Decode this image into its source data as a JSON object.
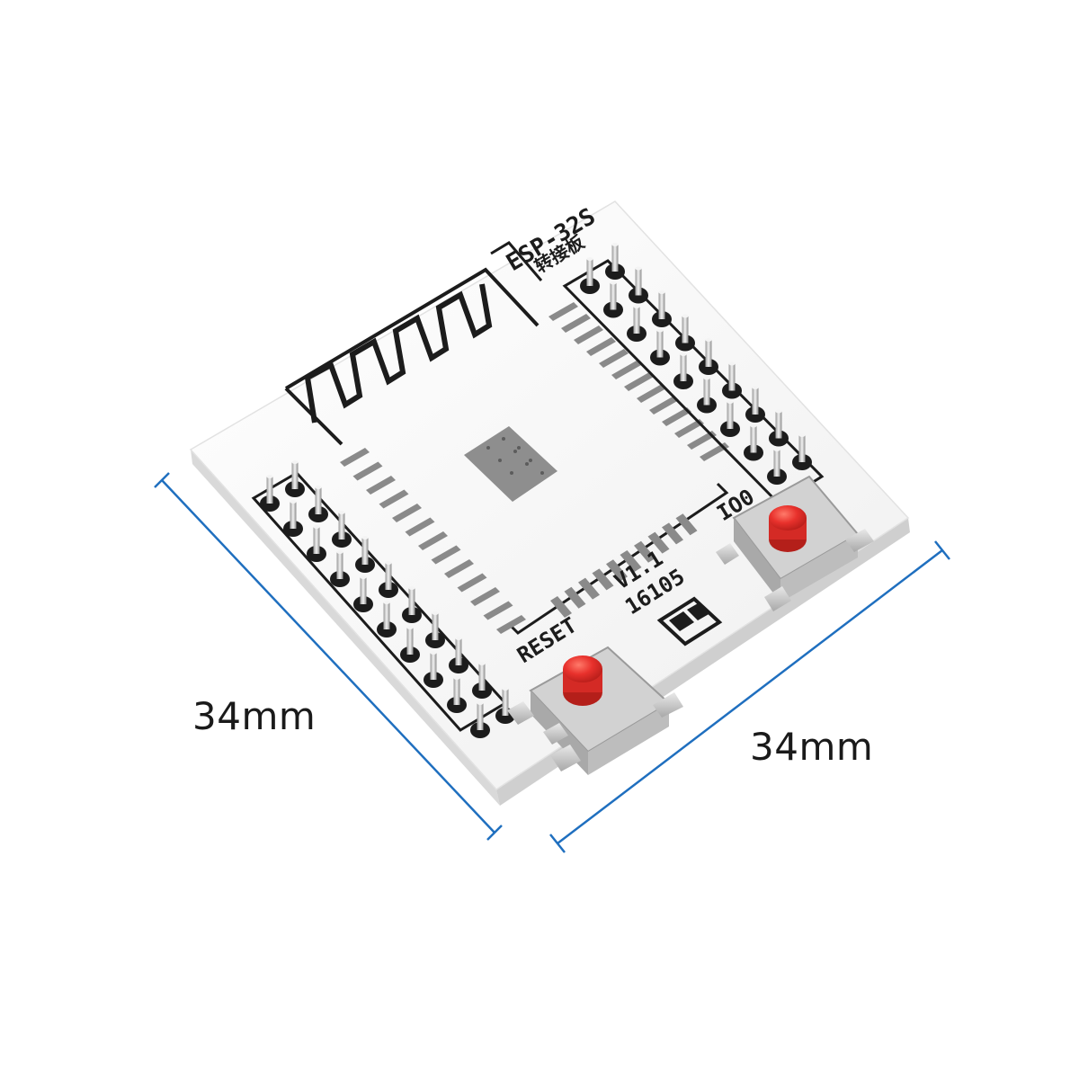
{
  "product": {
    "board_name": "ESP-32S",
    "board_subtitle": "转接板",
    "version_label": "V1.1",
    "date_code": "16105",
    "reset_label": "RESET",
    "io0_label": "IO0"
  },
  "dimensions": {
    "left_edge": "34mm",
    "right_edge": "34mm",
    "line_color": "#1f6fbf"
  },
  "colors": {
    "board": "#f7f7f7",
    "silkscreen": "#1c1c1c",
    "pads": "#8a8a8a",
    "button_cap": "#e8312c",
    "pins": "#c9c9c9"
  }
}
